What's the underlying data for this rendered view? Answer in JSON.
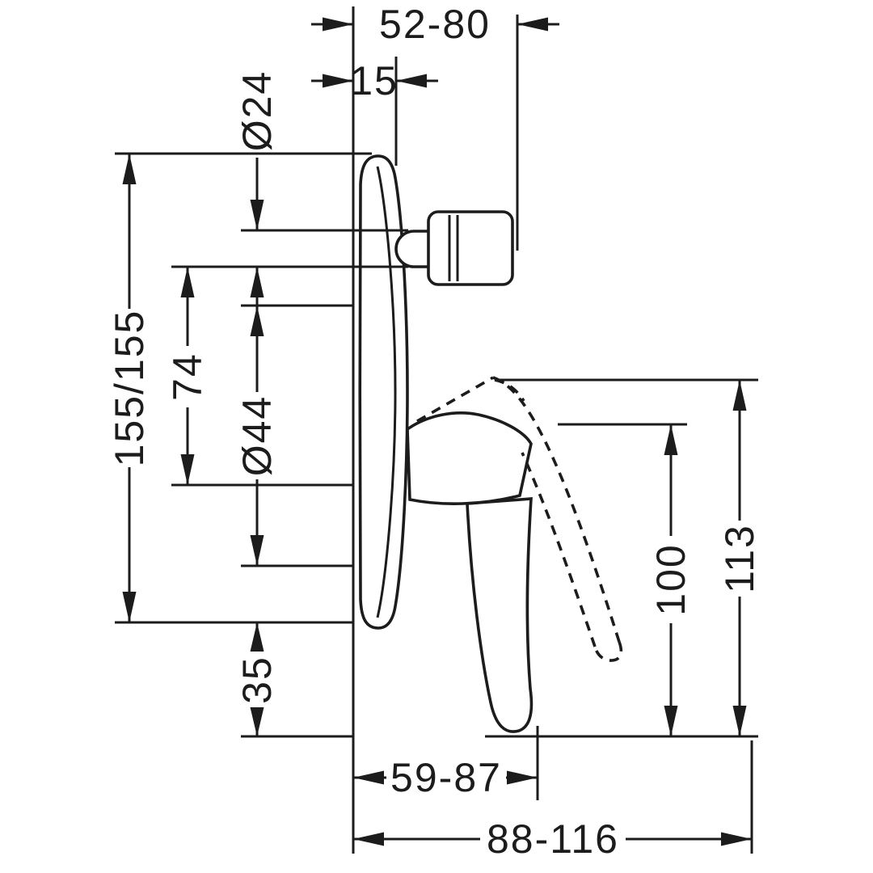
{
  "figure": {
    "title": "concealed-single-lever-bath-mixer-dimension-drawing",
    "colors": {
      "background": "#ffffff",
      "ink": "#1c1c1c"
    }
  },
  "dimensions": {
    "depth_range_top": "52-80",
    "plate_depth": "15",
    "connector_diameter": "Ø24",
    "plate_size": "155/155",
    "connector_offset": "74",
    "cartridge_diameter": "Ø44",
    "lower_offset": "35",
    "handle_height": "100",
    "handle_total_height": "113",
    "handle_projection": "59-87",
    "total_projection": "88-116"
  }
}
